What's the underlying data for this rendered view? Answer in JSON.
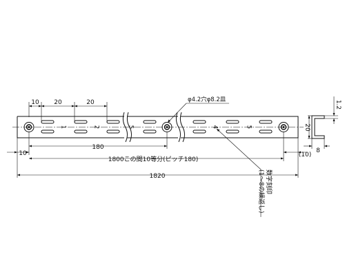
{
  "drawing": {
    "dim_10_a": "10",
    "dim_20_a": "20",
    "dim_20_b": "20",
    "dim_10_b": "10",
    "dim_180": "180",
    "dim_1800": "1800この間10等分(ピッチ180)",
    "dim_1820": "1820",
    "dim_10_paren": "(10)",
    "dim_20_height": "20",
    "dim_1_2": "1.2",
    "dim_8": "8",
    "hole_note": "φ4.2穴φ8.2皿",
    "stamp_note_line1": "数字刻印",
    "stamp_note_line2": "(1〜8の繰返し)",
    "engraved_digits": [
      "1",
      "2",
      "5",
      "4",
      "5"
    ]
  }
}
